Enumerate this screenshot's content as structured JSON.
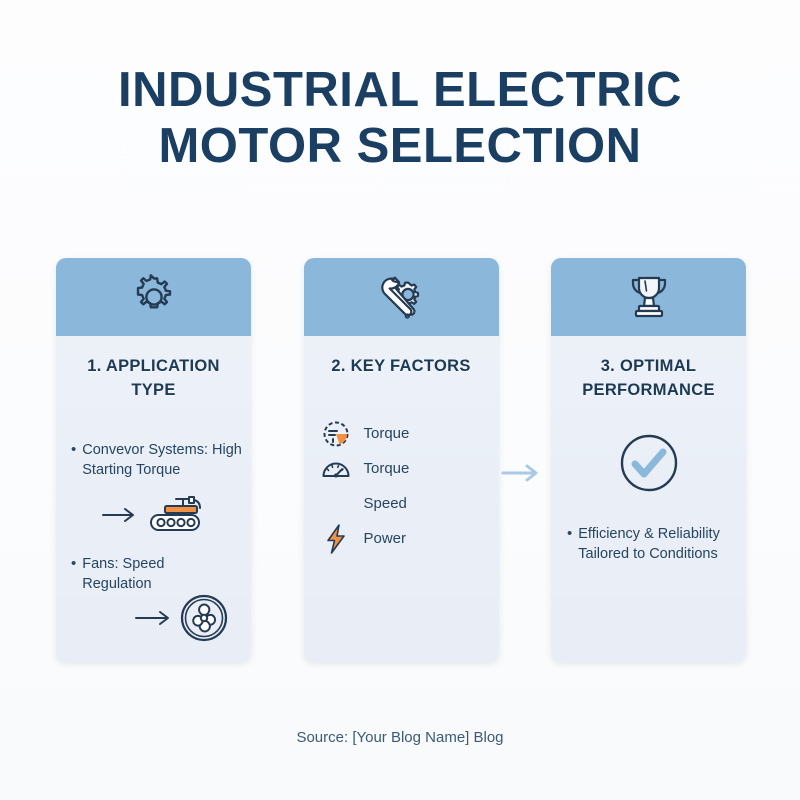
{
  "title": {
    "line1": "INDUSTRIAL ELECTRIC",
    "line2": "MOTOR SELECTION"
  },
  "colors": {
    "title_navy": "#1b3f63",
    "header_blue": "#8ab7da",
    "card_body": "#eef2f9",
    "accent_orange": "#f39042",
    "icon_navy": "#243b53",
    "connector_blue": "#a9c9e4",
    "background": "#ffffff"
  },
  "cards": [
    {
      "header_icon": "gear-icon",
      "title": "1. APPLICATION TYPE",
      "bullets": [
        {
          "marker": "•",
          "text": "Convevor Systems: High Starting Torque",
          "icon": "conveyor-belt-icon"
        },
        {
          "marker": "•",
          "text": "Fans: Speed Regulation",
          "icon": "fan-icon"
        }
      ]
    },
    {
      "header_icon": "wrench-gear-icon",
      "title": "2. KEY FACTORS",
      "factors": [
        {
          "label": "Torque",
          "icon": "torque-dial-icon"
        },
        {
          "label": "Torque",
          "icon": "speedometer-icon"
        },
        {
          "label": "Speed",
          "icon": "none"
        },
        {
          "label": "Power",
          "icon": "lightning-bolt-icon"
        }
      ]
    },
    {
      "header_icon": "trophy-icon",
      "title": "3. OPTIMAL PERFORMANCE",
      "center_icon": "check-circle-icon",
      "bullets": [
        {
          "marker": "•",
          "text": "Efficiency & Reliability Tailored to Conditions"
        }
      ]
    }
  ],
  "connector": {
    "icon": "arrow-right-icon"
  },
  "footer": {
    "text": "Source: [Your Blog Name] Blog"
  }
}
